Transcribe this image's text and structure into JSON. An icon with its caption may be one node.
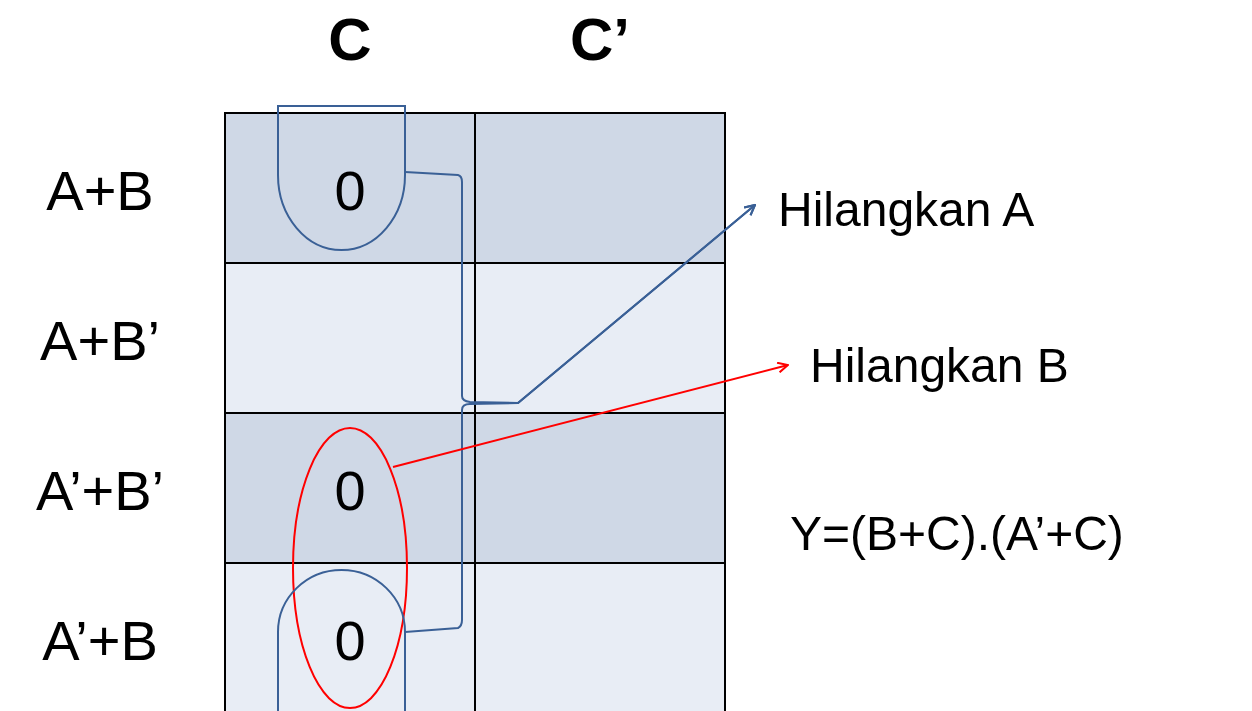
{
  "diagram": {
    "nodes": [
      {
        "text": [],
        "shape": "loop"
      },
      {
        "text": [
          "Hilangkan A"
        ]
      },
      {
        "text": [
          "Hilangkan B"
        ]
      },
      {
        "text": [],
        "shape": "ellipse"
      },
      {
        "text": [],
        "shape": "loop"
      }
    ],
    "edges": [
      {
        "from": 0,
        "to": 1,
        "arrow": "to"
      },
      {
        "from": 4,
        "to": 1,
        "arrow": "to"
      },
      {
        "from": 3,
        "to": 2,
        "arrow": "to",
        "color": "#ff0000"
      }
    ],
    "labels": [
      "C",
      "C’",
      "A+B",
      "0",
      "A+B’",
      "A’+B’",
      "0",
      "A’+B",
      "0",
      "Y=(B+C).(A’+C)"
    ]
  }
}
